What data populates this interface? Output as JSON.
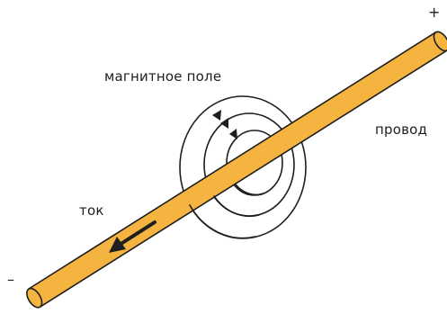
{
  "labels": {
    "magnetic_field": "магнитное поле",
    "wire": "провод",
    "current": "ток",
    "plus": "+",
    "minus": "–"
  },
  "colors": {
    "wire_fill": "#f5b440",
    "wire_outline": "#1e1e1e",
    "field_lines": "#1e1e1e",
    "current_arrow": "#1e1e1e",
    "text": "#1e1e1e",
    "background": "#ffffff"
  },
  "icons": {
    "field_direction": "arrowhead-icon",
    "current_direction": "arrow-icon"
  }
}
